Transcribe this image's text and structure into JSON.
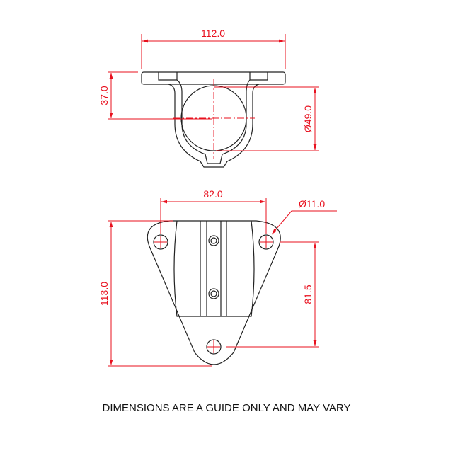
{
  "colors": {
    "dimension": "#e8101e",
    "part": "#222222"
  },
  "top_view": {
    "width_label": "112.0",
    "height_label": "37.0",
    "diameter_label": "Ø49.0"
  },
  "bottom_view": {
    "hole_spacing_label": "82.0",
    "hole_diameter_label": "Ø11.0",
    "height_label": "113.0",
    "hole_vertical_label": "81.5"
  },
  "caption": "DIMENSIONS ARE A GUIDE ONLY AND MAY VARY"
}
